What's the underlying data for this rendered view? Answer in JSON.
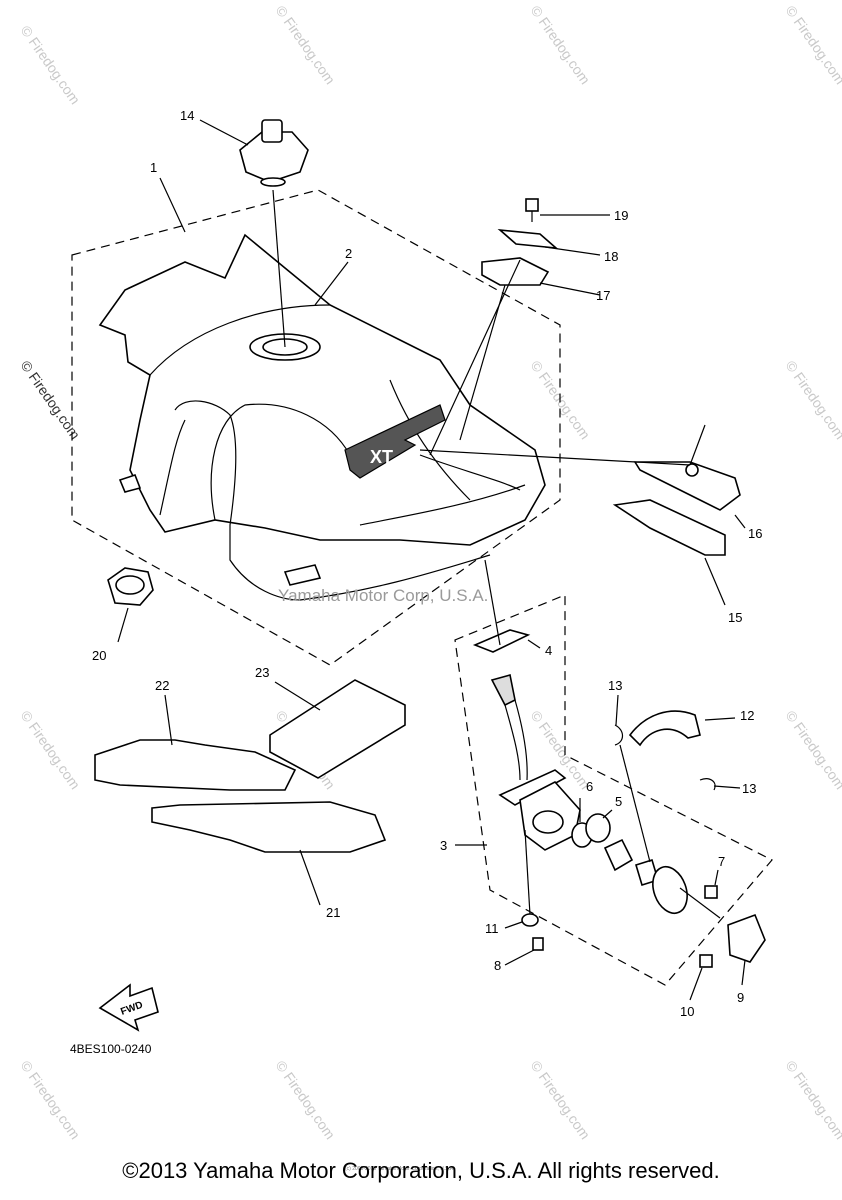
{
  "watermark": {
    "text": "© Firedog.com"
  },
  "center_watermark": "Yamaha Motor Corp, U.S.A.",
  "tiny_note": "(c) 2005-2015 Yamaha Motor Corporation, U.S.A.",
  "diagram_code": "4BES100-0240",
  "fwd_label": "FWD",
  "tank_emblem": "XT",
  "callouts": {
    "c1": "1",
    "c2": "2",
    "c3": "3",
    "c4": "4",
    "c5": "5",
    "c6": "6",
    "c7": "7",
    "c8": "8",
    "c9": "9",
    "c10": "10",
    "c11": "11",
    "c12": "12",
    "c13a": "13",
    "c13b": "13",
    "c14": "14",
    "c15": "15",
    "c16": "16",
    "c17": "17",
    "c18": "18",
    "c19": "19",
    "c20": "20",
    "c21": "21",
    "c22": "22",
    "c23": "23"
  },
  "copyright": "©2013 Yamaha Motor Corporation, U.S.A. All rights reserved."
}
